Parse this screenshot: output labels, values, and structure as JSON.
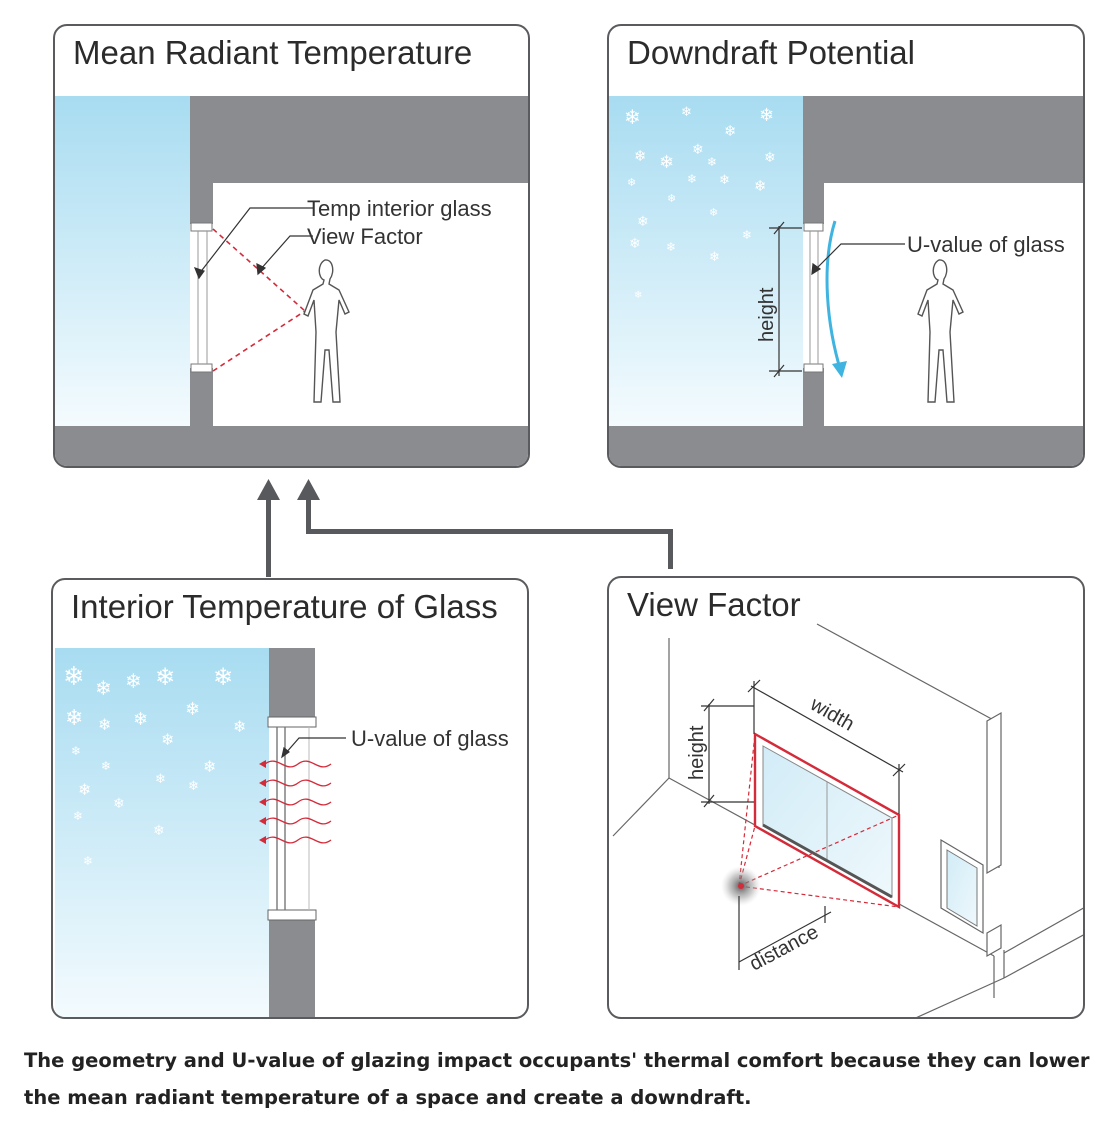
{
  "panels": {
    "mrt": {
      "title": "Mean Radiant Temperature",
      "label_temp": "Temp interior glass",
      "label_view": "View Factor"
    },
    "downdraft": {
      "title": "Downdraft Potential",
      "label_u": "U-value of glass",
      "label_height": "height"
    },
    "interior": {
      "title": "Interior Temperature of Glass",
      "label_u": "U-value of glass"
    },
    "viewfactor": {
      "title": "View Factor",
      "label_width": "width",
      "label_height": "height",
      "label_distance": "distance"
    }
  },
  "caption": "The geometry and U-value of glazing impact occupants' thermal comfort because they can lower the mean radiant temperature of a space and create a downdraft.",
  "colors": {
    "wall": "#8b8c90",
    "outline": "#5a5b5e",
    "accent_red": "#d42b3a",
    "arrow_blue": "#3fb4e0",
    "sky_top": "#9fd8ef",
    "sky_bottom": "#f2fafd"
  }
}
